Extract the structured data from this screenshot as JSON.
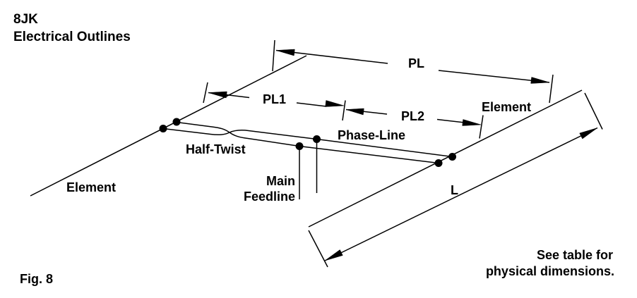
{
  "page": {
    "background_color": "#ffffff",
    "line_color": "#000000",
    "text_color": "#000000"
  },
  "header": {
    "title_line1": "8JK",
    "title_line2": "Electrical Outlines"
  },
  "diagram": {
    "dimension_labels": {
      "pl": "PL",
      "pl1": "PL1",
      "pl2": "PL2",
      "length": "L"
    },
    "part_labels": {
      "element_left": "Element",
      "element_right": "Element",
      "phase_line": "Phase-Line",
      "half_twist": "Half-Twist",
      "main_feedline_line1": "Main",
      "main_feedline_line2": "Feedline"
    }
  },
  "footer": {
    "figure_caption": "Fig. 8",
    "note_line1": "See table for",
    "note_line2": "physical dimensions."
  }
}
